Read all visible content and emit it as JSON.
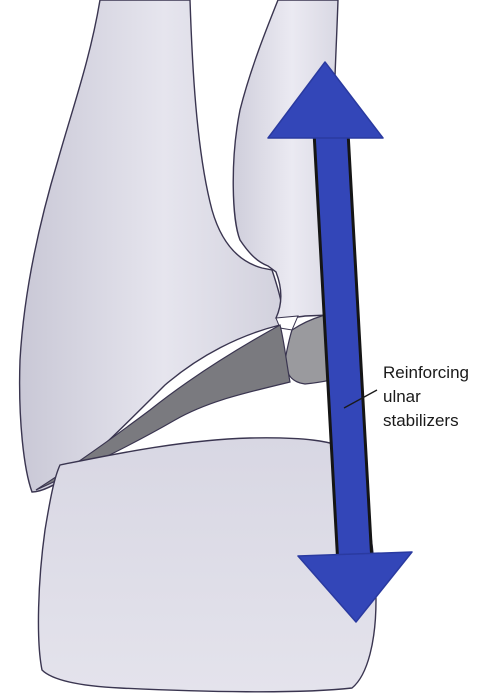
{
  "figure": {
    "annotation": {
      "lines": [
        "Reinforcing",
        "ulnar",
        "stabilizers"
      ]
    },
    "colors": {
      "bone_fill": "#dcdbe6",
      "bone_outline": "#3a3550",
      "cartilage_dark": "#7a7a7f",
      "cartilage_mid": "#9a9a9e",
      "arrow_fill": "#3346b8",
      "arrow_outline": "#151515"
    },
    "arrow": {
      "direction": "bidirectional",
      "meaning": "stabilizer-reinforcement"
    }
  }
}
